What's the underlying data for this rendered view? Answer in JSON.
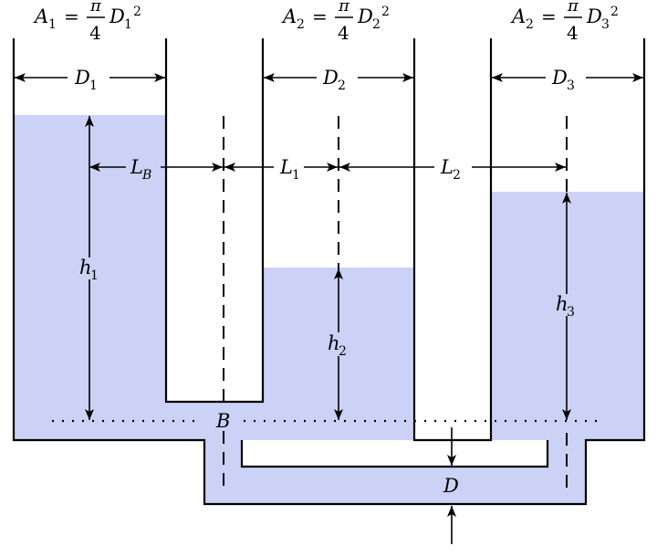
{
  "colors": {
    "water": "#ccd2f5",
    "line": "#000000",
    "background": "#ffffff"
  },
  "formulas": [
    {
      "lhs_symbol": "A",
      "lhs_sub": "1",
      "equals": "=",
      "numerator": "π",
      "denominator": "4",
      "rhs_symbol": "D",
      "rhs_sub": "1",
      "power": "2"
    },
    {
      "lhs_symbol": "A",
      "lhs_sub": "2",
      "equals": "=",
      "numerator": "π",
      "denominator": "4",
      "rhs_symbol": "D",
      "rhs_sub": "2",
      "power": "2"
    },
    {
      "lhs_symbol": "A",
      "lhs_sub": "2",
      "equals": "=",
      "numerator": "π",
      "denominator": "4",
      "rhs_symbol": "D",
      "rhs_sub": "3",
      "power": "2"
    }
  ],
  "dimensions": {
    "diameters": [
      {
        "symbol": "D",
        "sub": "1"
      },
      {
        "symbol": "D",
        "sub": "2"
      },
      {
        "symbol": "D",
        "sub": "3"
      }
    ],
    "lengths": [
      {
        "symbol": "L",
        "sub": "B"
      },
      {
        "symbol": "L",
        "sub": "1"
      },
      {
        "symbol": "L",
        "sub": "2"
      }
    ],
    "heights": [
      {
        "symbol": "h",
        "sub": "1"
      },
      {
        "symbol": "h",
        "sub": "2"
      },
      {
        "symbol": "h",
        "sub": "3"
      }
    ],
    "pipe_diameter": {
      "symbol": "D"
    },
    "point": {
      "symbol": "B"
    }
  }
}
